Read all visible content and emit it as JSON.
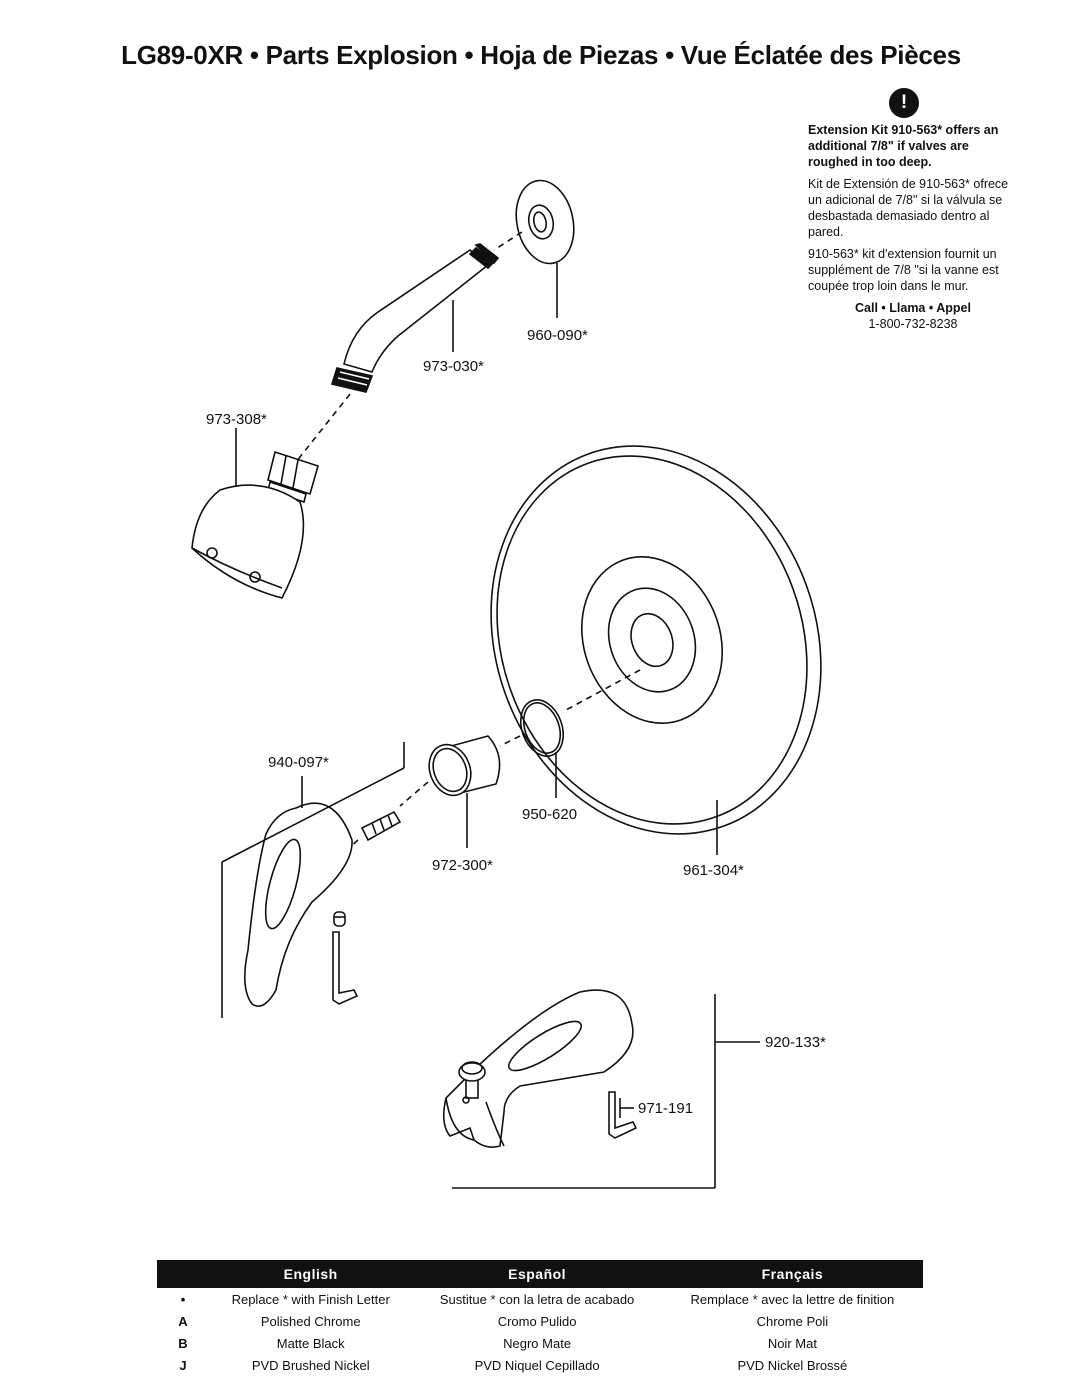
{
  "header": {
    "title": "LG89-0XR  •  Parts Explosion  •  Hoja de Piezas  •  Vue Éclatée des Pièces"
  },
  "note": {
    "icon": "exclamation-icon",
    "icon_text": "!",
    "english": "Extension Kit 910-563* offers an additional 7/8\" if valves are roughed in too deep.",
    "spanish": "Kit de Extensión de 910-563* ofrece un adicional de 7/8\" si la válvula se desbastada demasiado dentro al pared.",
    "french": "910-563* kit d'extension fournit un supplément de 7/8 \"si la vanne est coupée trop loin dans le mur.",
    "call": "Call • Llama • Appel",
    "phone": "1-800-732-8238"
  },
  "parts": [
    {
      "id": "960-090*",
      "name": "shower-flange"
    },
    {
      "id": "973-030*",
      "name": "shower-arm"
    },
    {
      "id": "973-308*",
      "name": "shower-head"
    },
    {
      "id": "940-097*",
      "name": "handle-kit"
    },
    {
      "id": "950-620",
      "name": "o-ring"
    },
    {
      "id": "972-300*",
      "name": "sleeve"
    },
    {
      "id": "961-304*",
      "name": "escutcheon"
    },
    {
      "id": "920-133*",
      "name": "tub-spout-kit"
    },
    {
      "id": "971-191",
      "name": "hex-wrench"
    }
  ],
  "finish_table": {
    "headers": [
      "",
      "English",
      "Español",
      "Français"
    ],
    "rows": [
      [
        "•",
        "Replace * with Finish Letter",
        "Sustitue * con la letra de acabado",
        "Remplace * avec la lettre de finition"
      ],
      [
        "A",
        "Polished Chrome",
        "Cromo Pulido",
        "Chrome Poli"
      ],
      [
        "B",
        "Matte Black",
        "Negro Mate",
        "Noir Mat"
      ],
      [
        "J",
        "PVD Brushed Nickel",
        "PVD Niquel Cepillado",
        "PVD Nickel Brossé"
      ]
    ]
  }
}
